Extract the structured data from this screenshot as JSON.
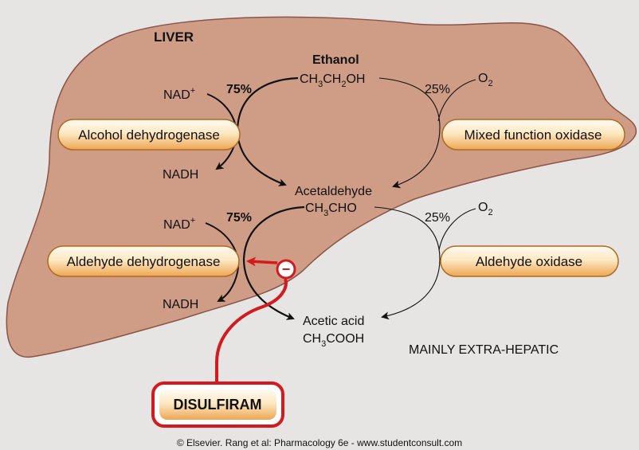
{
  "organ_label": "LIVER",
  "substrate": {
    "name": "Ethanol",
    "formula_parts": [
      "CH",
      "3",
      "CH",
      "2",
      "OH"
    ]
  },
  "intermediate": {
    "name": "Acetaldehyde",
    "formula_parts": [
      "CH",
      "3",
      "CHO"
    ]
  },
  "product": {
    "name": "Acetic acid",
    "formula_parts": [
      "CH",
      "3",
      "COOH"
    ]
  },
  "step1": {
    "cofactor_in": "NAD",
    "cofactor_in_sup": "+",
    "cofactor_out": "NADH",
    "major_percent": "75%",
    "minor_percent": "25%",
    "oxygen": "O",
    "oxygen_sub": "2",
    "major_enzyme": "Alcohol dehydrogenase",
    "minor_enzyme": "Mixed function oxidase"
  },
  "step2": {
    "cofactor_in": "NAD",
    "cofactor_in_sup": "+",
    "cofactor_out": "NADH",
    "major_percent": "75%",
    "minor_percent": "25%",
    "oxygen": "O",
    "oxygen_sub": "2",
    "major_enzyme": "Aldehyde dehydrogenase",
    "minor_enzyme": "Aldehyde oxidase"
  },
  "inhibitor": {
    "name": "DISULFIRAM",
    "sign": "−"
  },
  "extrahepatic_label": "MAINLY EXTRA-HEPATIC",
  "credit": "© Elsevier. Rang et al: Pharmacology 6e - www.studentconsult.com",
  "colors": {
    "liver_fill": "#cf9c86",
    "liver_stroke": "#8a5548",
    "pill_light": "#fdf0d6",
    "pill_dark": "#e9a24a",
    "inhibitor_red": "#d31a1f",
    "background": "#e6e5e3"
  }
}
